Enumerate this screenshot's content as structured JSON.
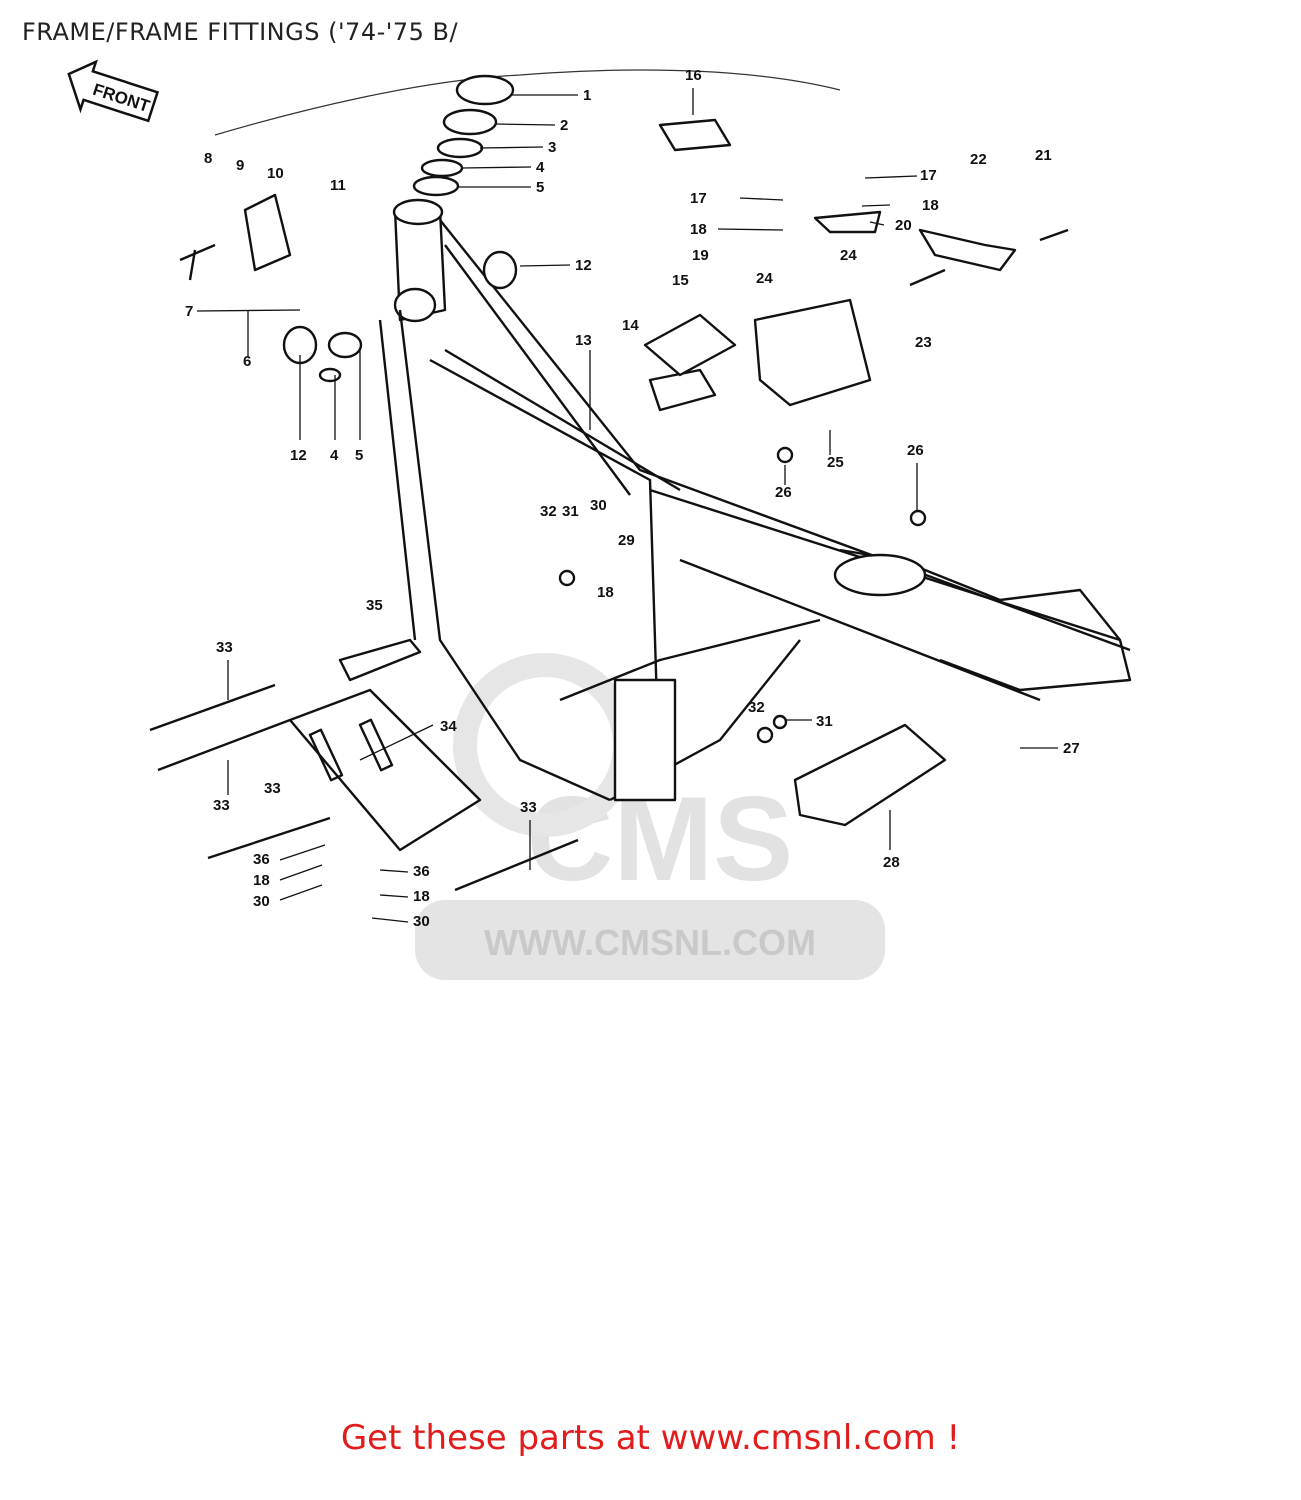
{
  "page": {
    "title": "FRAME/FRAME FITTINGS ('74-'75 B/"
  },
  "diagram": {
    "front_label": "FRONT",
    "watermark": {
      "brand": "CMS",
      "url": "WWW.CMSNL.COM"
    },
    "callouts": [
      "1",
      "2",
      "3",
      "4",
      "5",
      "16",
      "8",
      "9",
      "10",
      "11",
      "17",
      "22",
      "21",
      "17",
      "18",
      "20",
      "18",
      "19",
      "24",
      "24",
      "12",
      "15",
      "14",
      "13",
      "7",
      "6",
      "23",
      "12",
      "4",
      "5",
      "25",
      "26",
      "26",
      "32",
      "31",
      "30",
      "29",
      "18",
      "35",
      "33",
      "34",
      "32",
      "31",
      "27",
      "33",
      "33",
      "28",
      "36",
      "18",
      "30",
      "33",
      "36",
      "18",
      "30"
    ]
  },
  "footer": {
    "link_text": "Get these parts at www.cmsnl.com !"
  },
  "colors": {
    "footer_link": "#e21b1b",
    "line": "#111111",
    "watermark": "#d9d9d9"
  }
}
